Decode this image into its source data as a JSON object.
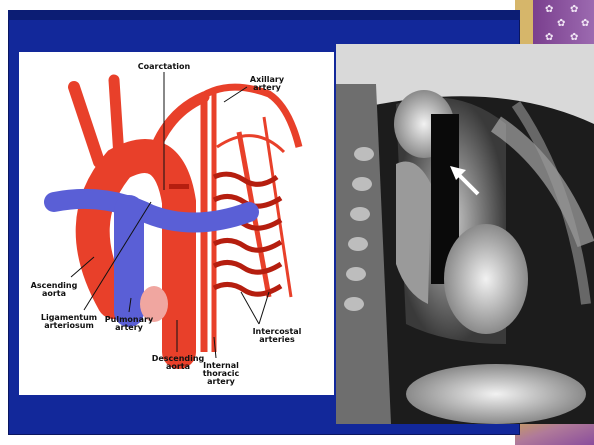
{
  "labels": {
    "coarctation": "Coarctation",
    "axillary": "Axillary\nartery",
    "ascending": "Ascending\naorta",
    "ligamentum": "Ligamentum\narteriosum",
    "pulmonary": "Pulmonary\nartery",
    "descending": "Descending\naorta",
    "internal": "Internal\nthoracic\nartery",
    "intercostal": "Intercostal\narteries"
  },
  "colors": {
    "background": "#12289a",
    "artery_red": "#e8402a",
    "vein_blue": "#5a5fd6"
  }
}
